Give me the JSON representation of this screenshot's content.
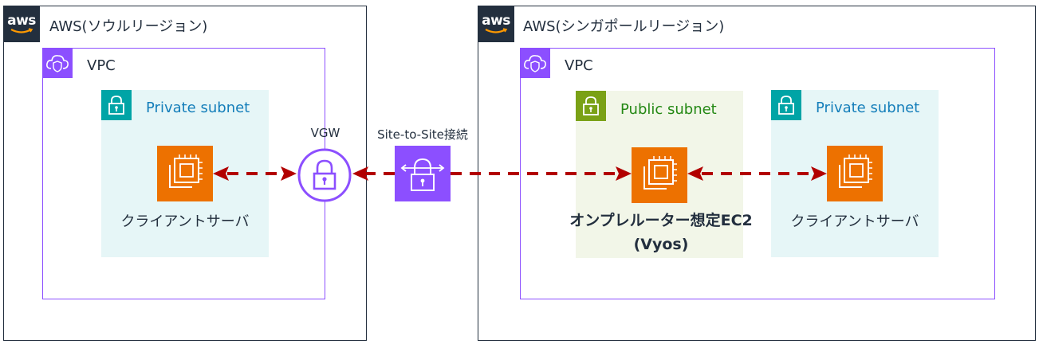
{
  "seoul": {
    "title": "AWS(ソウルリージョン)",
    "logo_text": "aws"
  },
  "singapore": {
    "title": "AWS(シンガポールリージョン)",
    "logo_text": "aws"
  },
  "seoul_vpc": {
    "title": "VPC"
  },
  "singapore_vpc": {
    "title": "VPC"
  },
  "seoul_private_subnet": {
    "title": "Private subnet"
  },
  "singapore_public_subnet": {
    "title": "Public subnet"
  },
  "singapore_private_subnet": {
    "title": "Private subnet"
  },
  "seoul_client": {
    "label": "クライアントサーバ"
  },
  "vgw": {
    "label": "VGW"
  },
  "s2s": {
    "label": "Site-to-Site接続"
  },
  "onprem_ec2": {
    "line1": "オンプレルーター想定EC2",
    "line2": "(Vyos)"
  },
  "singapore_client": {
    "label": "クライアントサーバ"
  },
  "colors": {
    "aws_dark": "#232f3e",
    "vpc_purple": "#8c4fff",
    "private_teal": "#00a4a6",
    "public_green": "#7aa116",
    "ec2_orange": "#ed7100",
    "arrow_red": "#b20000"
  }
}
